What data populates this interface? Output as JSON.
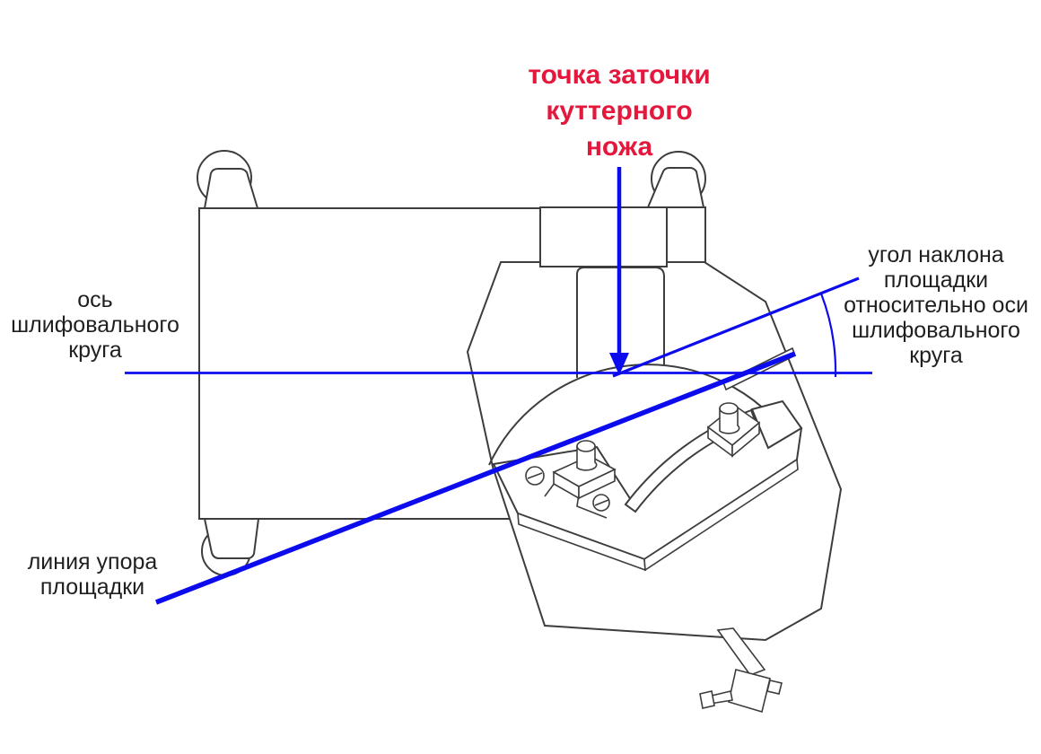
{
  "figure": {
    "background_color": "#ffffff",
    "outline_color": "#3d3d3d",
    "annotation_color": "#0b0bee",
    "accent_color": "#e4173c"
  },
  "labels": {
    "sharpening_point": {
      "lines": [
        "точка заточки",
        "куттерного",
        "ножа"
      ]
    },
    "grinding_wheel_axis": {
      "lines": [
        "ось",
        "шлифовального",
        "круга"
      ]
    },
    "platform_angle": {
      "lines": [
        "угол наклона",
        "площадки",
        "относительно оси",
        "шлифовального",
        "круга"
      ]
    },
    "platform_stop_line": {
      "lines": [
        "линия упора",
        "площадки"
      ]
    }
  }
}
